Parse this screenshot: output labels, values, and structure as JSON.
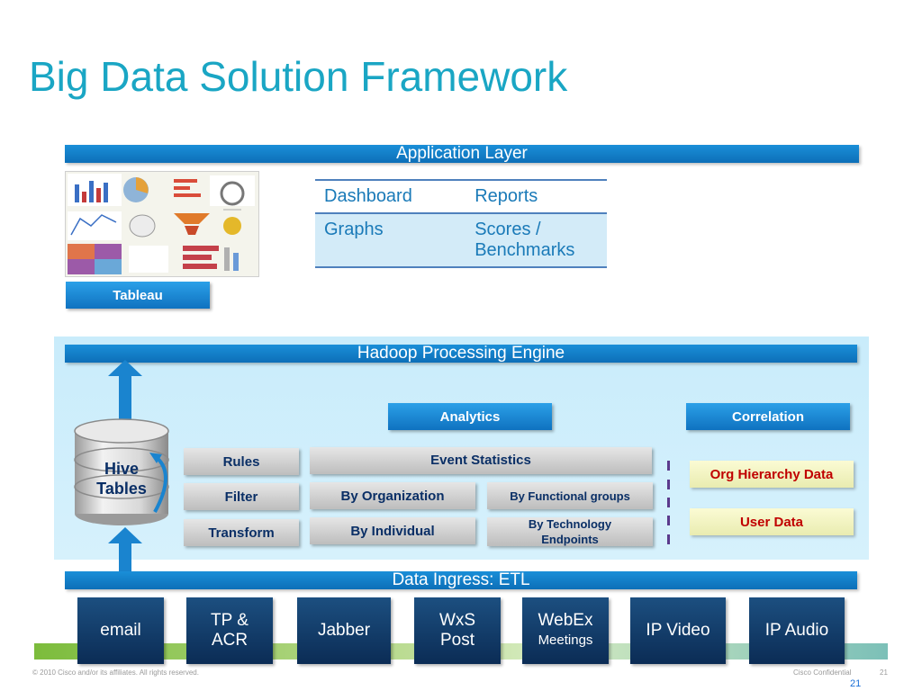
{
  "title": "Big Data Solution Framework",
  "application_layer": {
    "bar_label": "Application Layer",
    "tableau_label": "Tableau",
    "table": [
      [
        "Dashboard",
        "Reports"
      ],
      [
        "Graphs",
        "Scores / Benchmarks"
      ]
    ]
  },
  "hadoop": {
    "bar_label": "Hadoop Processing Engine",
    "analytics": "Analytics",
    "correlation": "Correlation",
    "hive": [
      "Hive",
      "Tables"
    ],
    "rules": "Rules",
    "filter": "Filter",
    "transform": "Transform",
    "event_statistics": "Event Statistics",
    "by_organization": "By Organization",
    "by_functional_groups": "By Functional groups",
    "by_individual": "By Individual",
    "by_technology_endpoints": [
      "By Technology",
      "Endpoints"
    ],
    "org_hierarchy_data": "Org Hierarchy Data",
    "user_data": "User Data"
  },
  "ingress": {
    "bar_label": "Data Ingress: ETL",
    "sources": [
      [
        "email"
      ],
      [
        "TP &",
        "ACR"
      ],
      [
        "Jabber"
      ],
      [
        "WxS",
        "Post"
      ],
      [
        "WebEx",
        "Meetings"
      ],
      [
        "IP Video"
      ],
      [
        "IP Audio"
      ]
    ]
  },
  "footer": {
    "copyright": "© 2010 Cisco and/or its affiliates. All rights reserved.",
    "confidential": "Cisco Confidential",
    "page_small": "21",
    "page_number": "21"
  },
  "colors": {
    "title": "#1aa6c4",
    "bar_blue": "#0d6fb8",
    "panel": "#c9ecfb",
    "source_navy": "#0b2c55",
    "label_red": "#c00000"
  }
}
